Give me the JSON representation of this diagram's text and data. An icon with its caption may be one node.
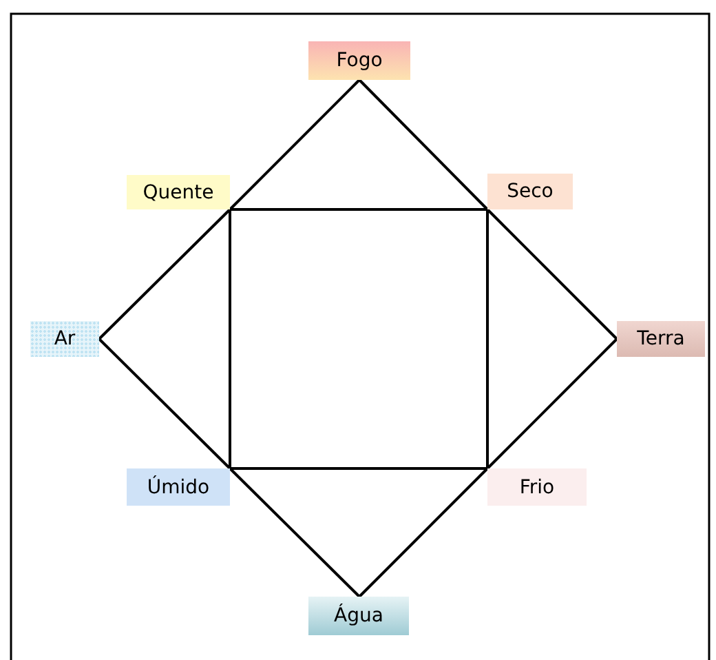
{
  "diagram": {
    "nodes": [
      {
        "text": [
          "Fogo"
        ]
      },
      {
        "text": [
          "Quente"
        ]
      },
      {
        "text": [
          "Seco"
        ]
      },
      {
        "text": [
          "Ar"
        ]
      },
      {
        "text": [
          "Terra"
        ]
      },
      {
        "text": [
          "Úmido"
        ]
      },
      {
        "text": [
          "Frio"
        ]
      },
      {
        "text": [
          "Água"
        ]
      }
    ],
    "edges": [
      {
        "from": 0,
        "to": 2,
        "arrow": "none"
      },
      {
        "from": 2,
        "to": 4,
        "arrow": "none"
      },
      {
        "from": 4,
        "to": 6,
        "arrow": "none"
      },
      {
        "from": 6,
        "to": 7,
        "arrow": "none"
      },
      {
        "from": 7,
        "to": 5,
        "arrow": "none"
      },
      {
        "from": 5,
        "to": 3,
        "arrow": "none"
      },
      {
        "from": 3,
        "to": 1,
        "arrow": "none"
      },
      {
        "from": 1,
        "to": 0,
        "arrow": "none"
      },
      {
        "from": 1,
        "to": 2,
        "arrow": "none"
      },
      {
        "from": 2,
        "to": 6,
        "arrow": "none"
      },
      {
        "from": 6,
        "to": 5,
        "arrow": "none"
      },
      {
        "from": 5,
        "to": 1,
        "arrow": "none"
      }
    ]
  }
}
